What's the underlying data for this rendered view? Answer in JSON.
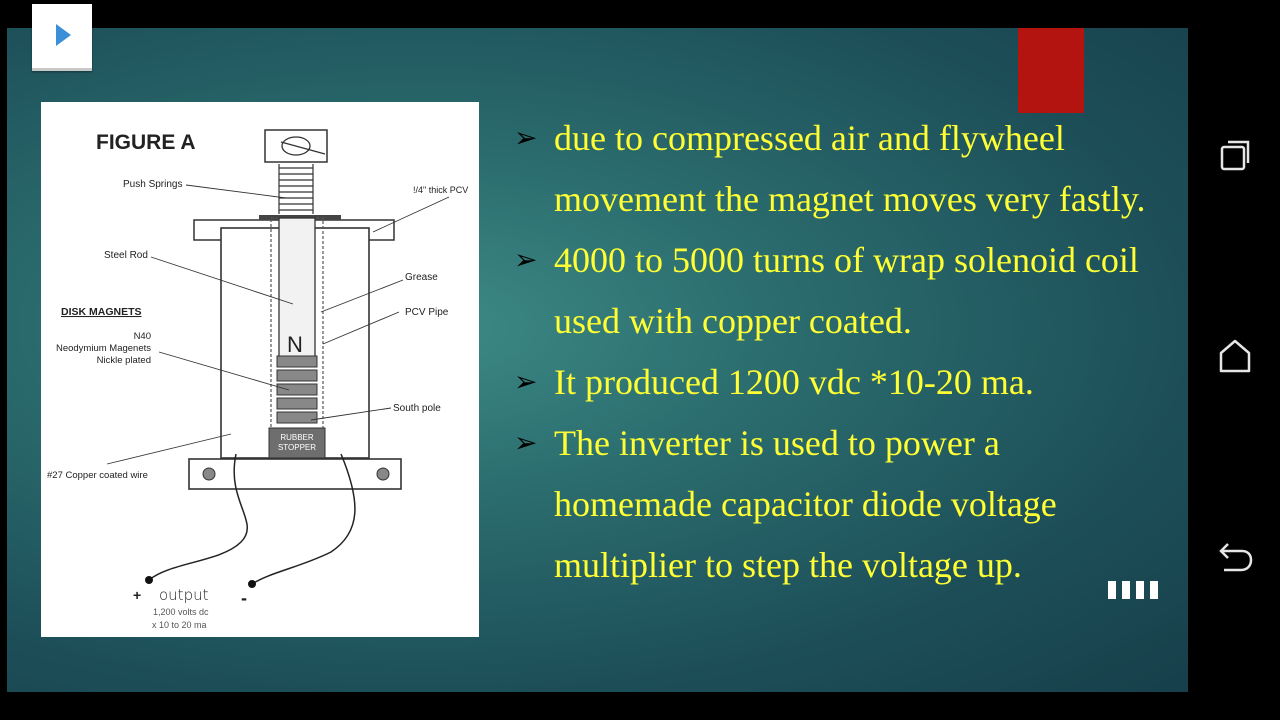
{
  "figure": {
    "title": "FIGURE A",
    "labels": {
      "push_springs": "Push Springs",
      "pcv_thick": "!/4\" thick PCV",
      "steel_rod": "Steel Rod",
      "grease": "Grease",
      "disk_magnets": "DISK MAGNETS",
      "pcv_pipe": "PCV Pipe",
      "n40": "N40",
      "neodymium": "Neodymium Magenets",
      "nickle": "Nickle plated",
      "north": "N",
      "south_pole": "South pole",
      "rubber": "RUBBER",
      "stopper": "STOPPER",
      "copper_wire": "#27 Copper coated wire",
      "plus": "+",
      "output": "output",
      "minus": "-",
      "volts": "1,200 volts dc",
      "ma": "x  10 to 20 ma"
    }
  },
  "bullets": [
    "due to compressed air and flywheel movement the magnet moves very fastly.",
    "4000 to 5000 turns of wrap solenoid coil used with copper coated.",
    "It produced 1200 vdc *10-20 ma.",
    "The inverter is used to power a homemade capacitor diode voltage multiplier to step the voltage up."
  ],
  "bullet_glyph": "➢",
  "colors": {
    "text": "#ffff33",
    "accent": "#b3140f"
  },
  "icons": {
    "play": "play-icon",
    "recents": "recents-icon",
    "home": "home-icon",
    "back": "back-icon"
  }
}
